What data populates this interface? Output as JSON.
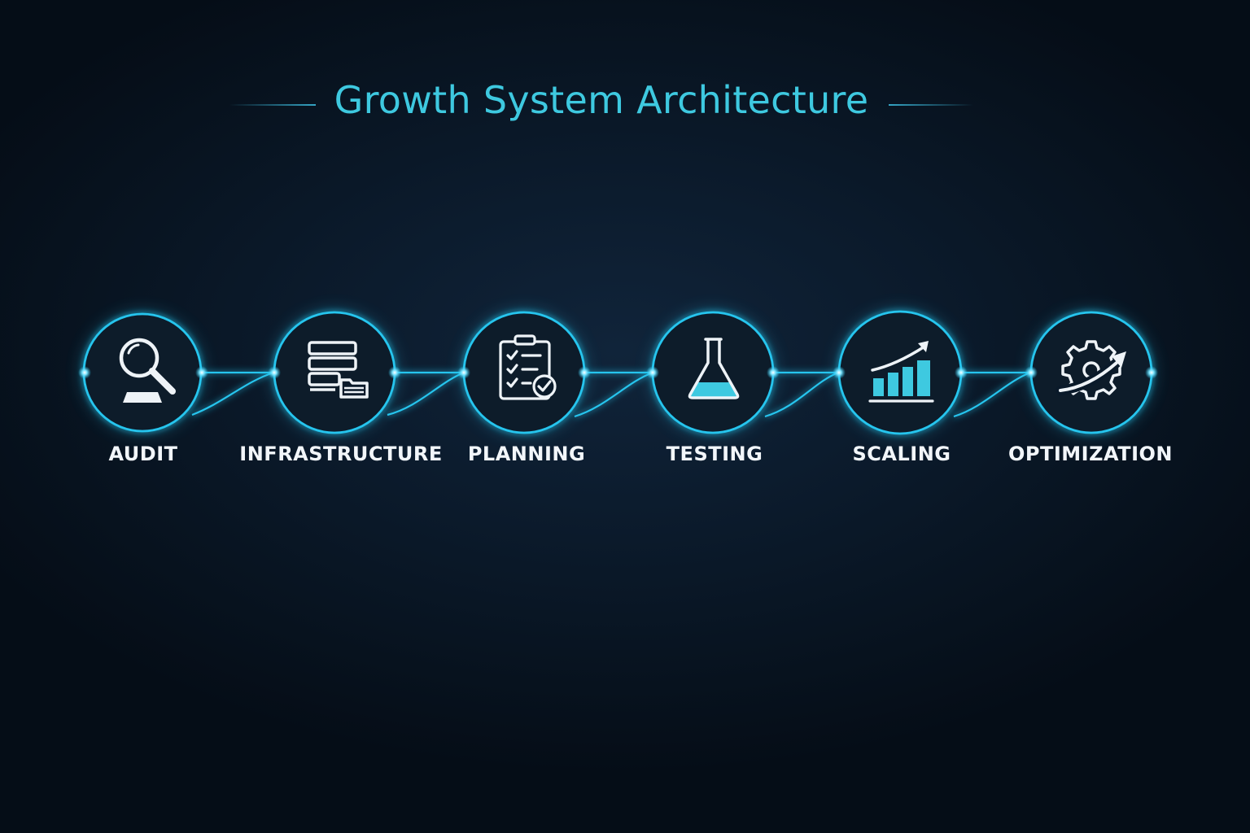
{
  "title": "Growth System Architecture",
  "colors": {
    "background": "#07121e",
    "accent": "#3ec9e0",
    "glow": "#27c5ee",
    "icon": "#eef3f7",
    "label": "#f2f6fa"
  },
  "stages": [
    {
      "label": "AUDIT",
      "icon": "magnifier-icon"
    },
    {
      "label": "INFRASTRUCTURE",
      "icon": "server-stack-icon"
    },
    {
      "label": "PLANNING",
      "icon": "clipboard-checklist-icon"
    },
    {
      "label": "TESTING",
      "icon": "flask-icon"
    },
    {
      "label": "SCALING",
      "icon": "growth-chart-icon"
    },
    {
      "label": "OPTIMIZATION",
      "icon": "gear-arrow-icon"
    }
  ]
}
